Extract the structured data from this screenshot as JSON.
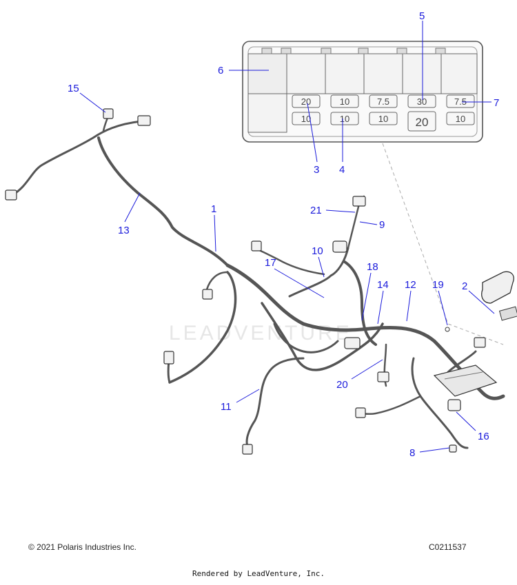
{
  "watermark": "LEADVENTURE",
  "callouts": [
    {
      "id": "c1",
      "label": "1"
    },
    {
      "id": "c2",
      "label": "2"
    },
    {
      "id": "c3",
      "label": "3"
    },
    {
      "id": "c4",
      "label": "4"
    },
    {
      "id": "c5",
      "label": "5"
    },
    {
      "id": "c6",
      "label": "6"
    },
    {
      "id": "c7",
      "label": "7"
    },
    {
      "id": "c8",
      "label": "8"
    },
    {
      "id": "c9",
      "label": "9"
    },
    {
      "id": "c10",
      "label": "10"
    },
    {
      "id": "c11",
      "label": "11"
    },
    {
      "id": "c12",
      "label": "12"
    },
    {
      "id": "c13",
      "label": "13"
    },
    {
      "id": "c14",
      "label": "14"
    },
    {
      "id": "c15",
      "label": "15"
    },
    {
      "id": "c16",
      "label": "16"
    },
    {
      "id": "c17",
      "label": "17"
    },
    {
      "id": "c18",
      "label": "18"
    },
    {
      "id": "c19",
      "label": "19"
    },
    {
      "id": "c20",
      "label": "20"
    },
    {
      "id": "c21",
      "label": "21"
    }
  ],
  "fuse_box": {
    "top_row": [
      "20",
      "10",
      "7.5",
      "30",
      "7.5"
    ],
    "bottom_row": [
      "10",
      "10",
      "10",
      "20",
      "10"
    ]
  },
  "footer": {
    "copyright": "© 2021 Polaris Industries Inc.",
    "code": "C0211537",
    "rendered_by": "Rendered by LeadVenture, Inc."
  }
}
